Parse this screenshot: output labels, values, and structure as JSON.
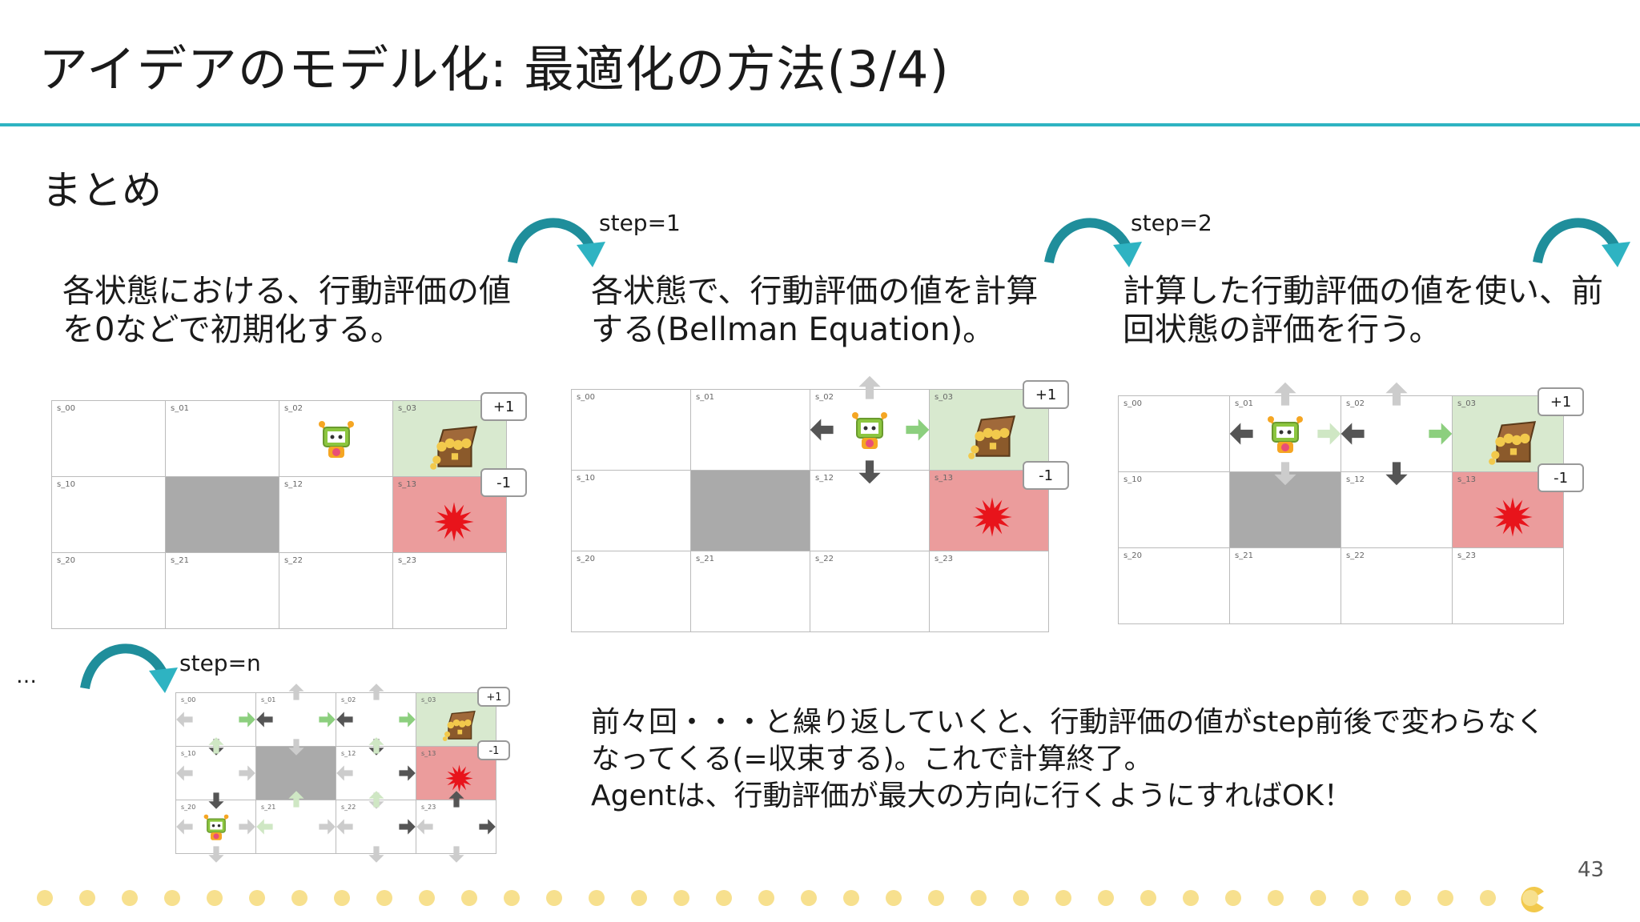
{
  "header": {
    "title": "アイデアのモデル化: 最適化の方法(3/4)"
  },
  "section": {
    "subtitle": "まとめ"
  },
  "steps": {
    "step1": "step=1",
    "step2": "step=2",
    "stepn": "step=n"
  },
  "descriptions": {
    "d1": "各状態における、行動評価の値\nを0などで初期化する。",
    "d2": "各状態で、行動評価の値を計算\nする(Bellman Equation)。",
    "d3": "計算した行動評価の値を使い、前\n回状態の評価を行う。",
    "summary": "前々回・・・と繰り返していくと、行動評価の値がstep前後で変わらなく\nなってくる(=収束する)。これで計算終了。\nAgentは、行動評価が最大の方向に行くようにすればOK！"
  },
  "grid_labels": [
    "s_00",
    "s_01",
    "s_02",
    "s_03",
    "s_10",
    "",
    "s_12",
    "s_13",
    "s_20",
    "s_21",
    "s_22",
    "s_23"
  ],
  "rewards": {
    "plus": "+1",
    "minus": "-1"
  },
  "misc": {
    "ellipsis": "…",
    "page_number": "43"
  },
  "colors": {
    "accent": "#2eb3c2",
    "goal": "#d8e9cf",
    "trap": "#eb9c9c",
    "wall": "#aaaaaa",
    "dots": "#f7e08e"
  }
}
